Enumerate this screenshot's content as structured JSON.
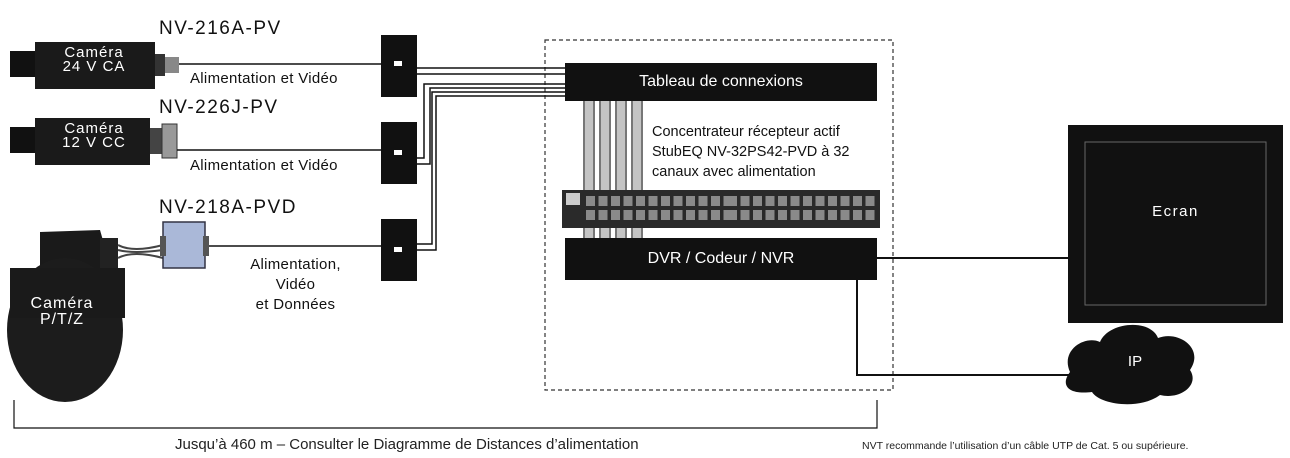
{
  "cameras": [
    {
      "model": "NV-216A-PV",
      "camera_label": "Caméra",
      "voltage": "24 V CA",
      "power_label": "Alimentation et Vidéo"
    },
    {
      "model": "NV-226J-PV",
      "camera_label": "Caméra",
      "voltage": "12 V CC",
      "power_label": "Alimentation et Vidéo"
    },
    {
      "model": "NV-218A-PVD",
      "camera_label": "Caméra",
      "voltage": "P/T/Z",
      "power_lines": [
        "Alimentation,",
        "Vidéo",
        "et Données"
      ]
    }
  ],
  "patch_panel": {
    "label": "Tableau de connexions"
  },
  "hub": {
    "lines": [
      "Concentrateur récepteur actif",
      "StubEQ NV-32PS42-PVD à 32",
      "canaux avec alimentation"
    ]
  },
  "dvr": {
    "label": "DVR / Codeur / NVR"
  },
  "monitor": {
    "label": "Ecran"
  },
  "network": {
    "label": "IP"
  },
  "distance_note": "Jusqu’à 460 m – Consulter le Diagramme de Distances d’alimentation",
  "cable_note": "NVT recommande l’utilisation d’un câble UTP de Cat. 5 ou supérieure.",
  "colors": {
    "ink": "#111111",
    "panel_grey": "#2a2a2a",
    "port_stripe": "#b8b8b8"
  }
}
